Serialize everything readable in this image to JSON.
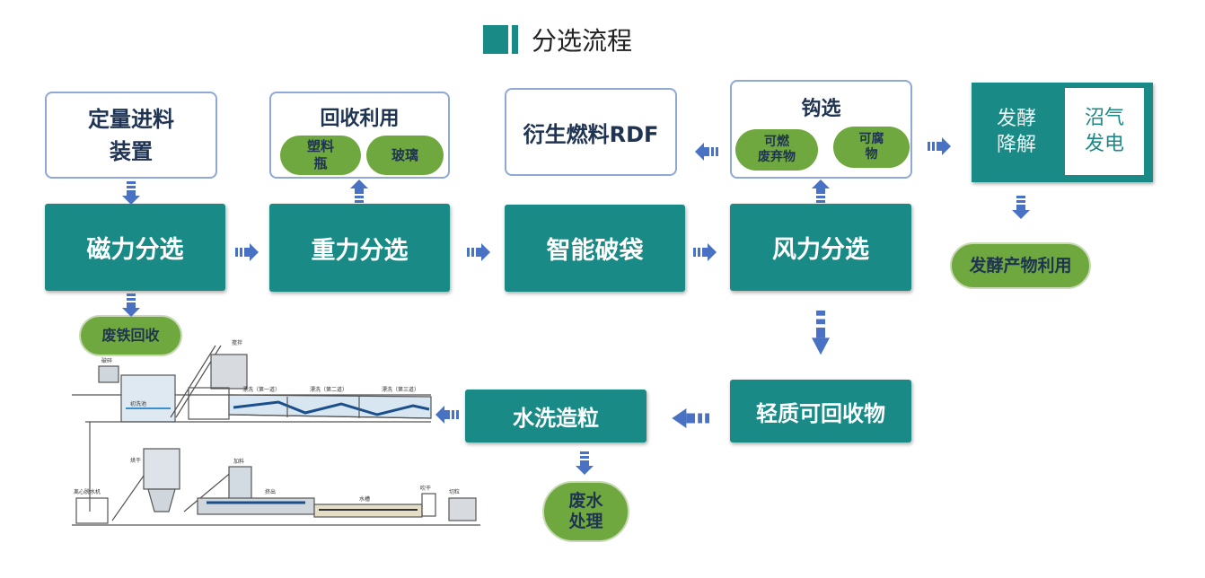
{
  "title": "分选流程",
  "colors": {
    "teal": "#1a8a86",
    "green": "#6ea83e",
    "arrow": "#4a72c4",
    "outline": "#8fa8d6"
  },
  "boxes": {
    "dingliang": "定量进料装置",
    "dingliang_line1": "定量进料",
    "dingliang_line2": "装置",
    "cili": "磁力分选",
    "zhongli": "重力分选",
    "zhineng": "智能破袋",
    "fengli": "风力分选",
    "huishou": "回收利用",
    "rdf": "衍生燃料RDF",
    "gouxuan": "钩选",
    "qingzhi": "轻质可回收物",
    "shuixi": "水洗造粒",
    "fajiao_left": "发酵降解",
    "fajiao_left_l1": "发酵",
    "fajiao_left_l2": "降解",
    "zhaoqi": "沼气发电",
    "zhaoqi_l1": "沼气",
    "zhaoqi_l2": "发电"
  },
  "pills": {
    "suliaoping_l1": "塑料",
    "suliaoping_l2": "瓶",
    "boli": "玻璃",
    "keran_l1": "可燃",
    "keran_l2": "废弃物",
    "kefu_l1": "可腐",
    "kefu_l2": "物",
    "feitie": "废铁回收",
    "fajiaochanwu": "发酵产物利用",
    "feishui_l1": "废水",
    "feishui_l2": "处理"
  },
  "machine_labels": {
    "a": "搅拌",
    "b": "破碎",
    "c": "初洗池",
    "d": "漂洗（第一道）",
    "e": "漂洗（第二道）",
    "f": "漂洗（第三道）",
    "g": "离心脱水机",
    "h": "烘干",
    "i": "加料",
    "j": "挤出",
    "k": "水槽",
    "l": "吹干",
    "m": "切粒"
  }
}
